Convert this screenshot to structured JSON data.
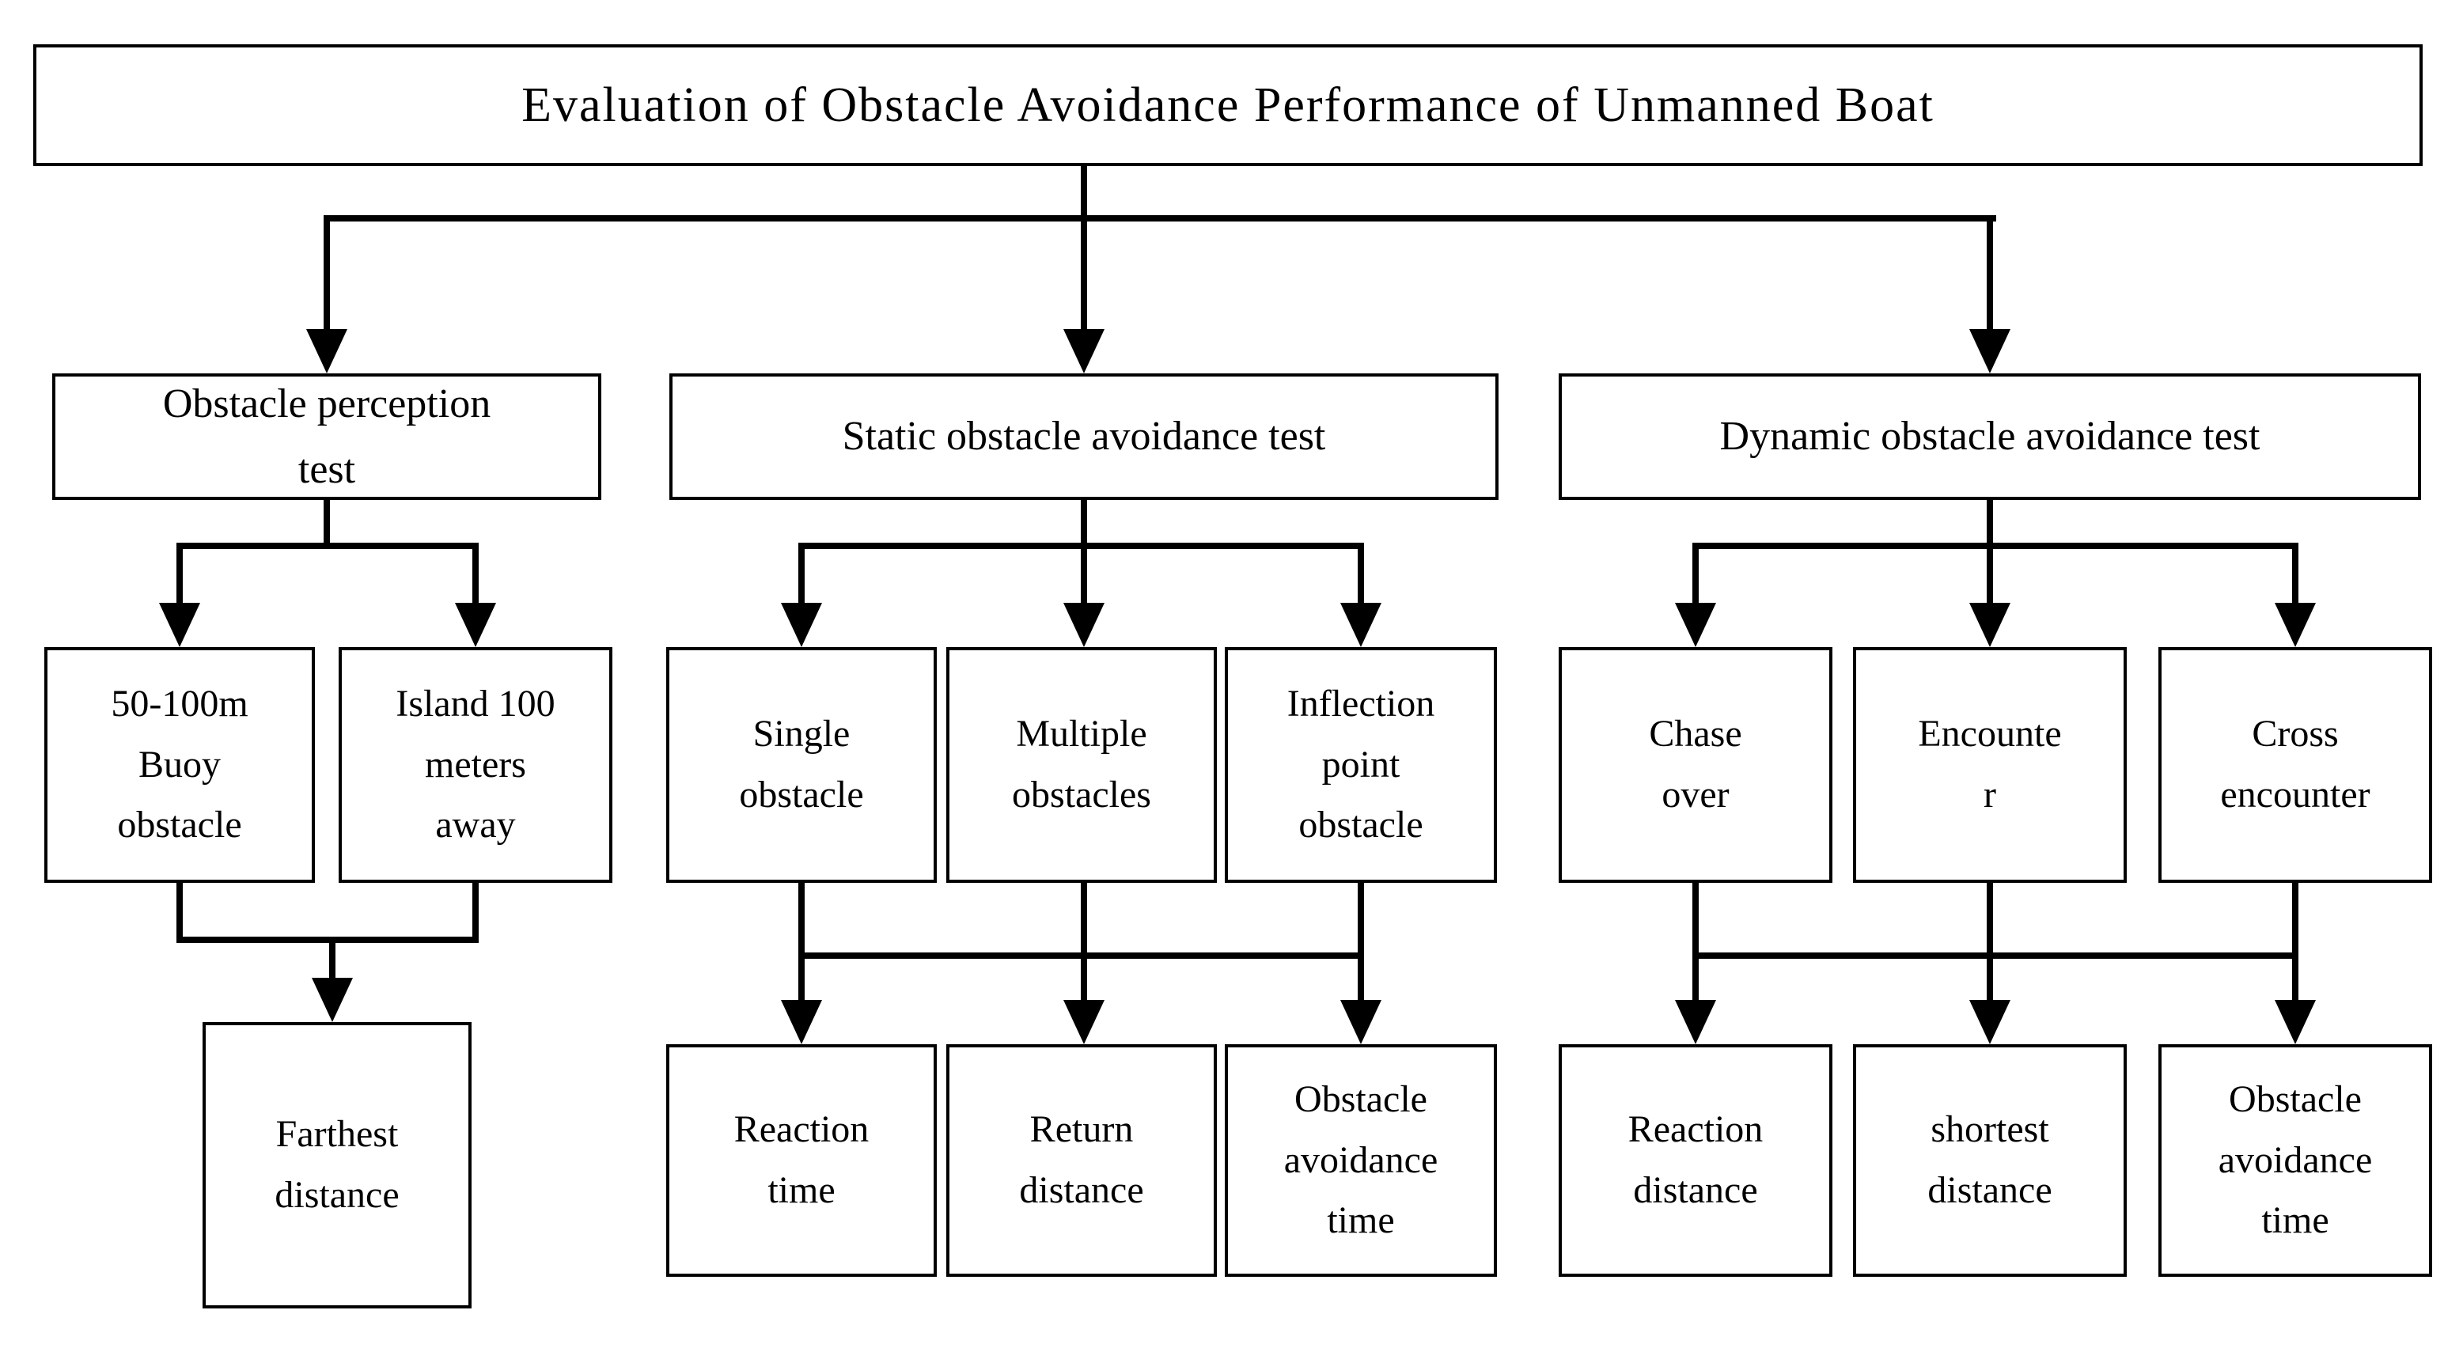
{
  "diagram": {
    "title": "Evaluation of Obstacle Avoidance Performance of Unmanned Boat",
    "branches": [
      {
        "label": "Obstacle perception\ntest",
        "children": [
          "50-100m\nBuoy\nobstacle",
          "Island 100\nmeters\naway"
        ],
        "outcomes": [
          "Farthest\ndistance"
        ]
      },
      {
        "label": "Static obstacle avoidance test",
        "children": [
          "Single\nobstacle",
          "Multiple\nobstacles",
          "Inflection\npoint\nobstacle"
        ],
        "outcomes": [
          "Reaction\ntime",
          "Return\ndistance",
          "Obstacle\navoidance\ntime"
        ]
      },
      {
        "label": "Dynamic obstacle avoidance test",
        "children": [
          "Chase\nover",
          "Encounte\nr",
          "Cross\nencounter"
        ],
        "outcomes": [
          "Reaction\ndistance",
          "shortest\ndistance",
          "Obstacle\navoidance\ntime"
        ]
      }
    ],
    "colors": {
      "line": "#000000",
      "background": "#ffffff",
      "text": "#000000"
    }
  }
}
